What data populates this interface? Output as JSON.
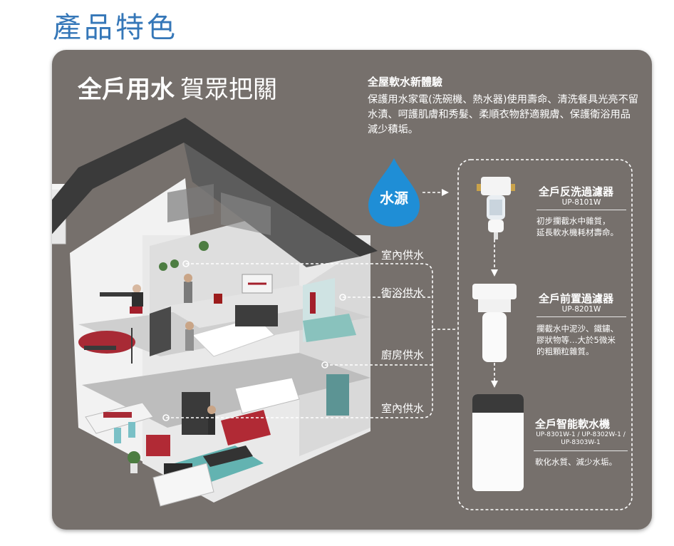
{
  "page": {
    "title": "產品特色"
  },
  "hero": {
    "title_main": "全戶用水",
    "title_sub": "賀眾把關"
  },
  "experience": {
    "heading": "全屋軟水新體驗",
    "body": "保護用水家電(洗碗機、熱水器)使用壽命、清洗餐具光亮不留水漬、呵護肌膚和秀髮、柔順衣物舒適親膚、保護衛浴用品減少積垢。"
  },
  "source": {
    "label": "水源"
  },
  "supply_points": [
    {
      "label": "室內供水"
    },
    {
      "label": "衛浴供水"
    },
    {
      "label": "廚房供水"
    },
    {
      "label": "室內供水"
    }
  ],
  "products": [
    {
      "name": "全戶反洗過濾器",
      "model": "UP-8101W",
      "desc": [
        "初步攔截水中雜質，",
        "延長軟水機耗材壽命。"
      ]
    },
    {
      "name": "全戶前置過濾器",
      "model": "UP-8201W",
      "desc": [
        "攔截水中泥沙、鐵鏽、",
        "膠狀物等…大於5微米",
        "的粗顆粒雜質。"
      ]
    },
    {
      "name": "全戶智能軟水機",
      "model_lines": [
        "UP-8301W-1 / UP-8302W-1 /",
        "UP-8303W-1"
      ],
      "desc": [
        "軟化水質、減少水垢。"
      ]
    }
  ],
  "colors": {
    "title_blue": "#3577b8",
    "panel_gray": "#76706c",
    "drop_blue": "#1f8ed6",
    "roof": "#3a3a3a"
  },
  "icons": [
    "water-drop-icon",
    "arrow-right-icon",
    "arrow-down-icon"
  ]
}
